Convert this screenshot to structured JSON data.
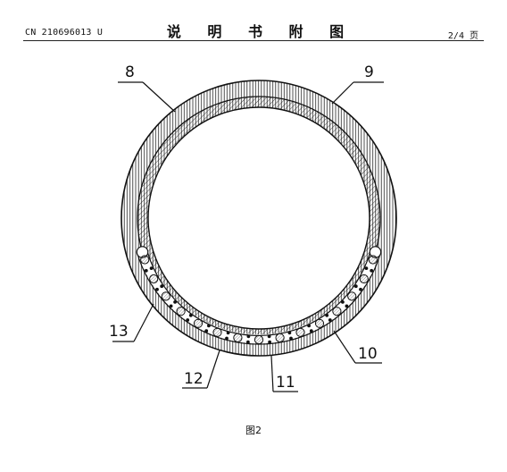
{
  "header": {
    "doc_number": "CN 210696013 U",
    "title": "说 明 书 附 图",
    "page": "2/4 页"
  },
  "figure": {
    "caption": "图2",
    "labels": {
      "l8": "8",
      "l9": "9",
      "l10": "10",
      "l11": "11",
      "l12": "12",
      "l13": "13"
    }
  }
}
